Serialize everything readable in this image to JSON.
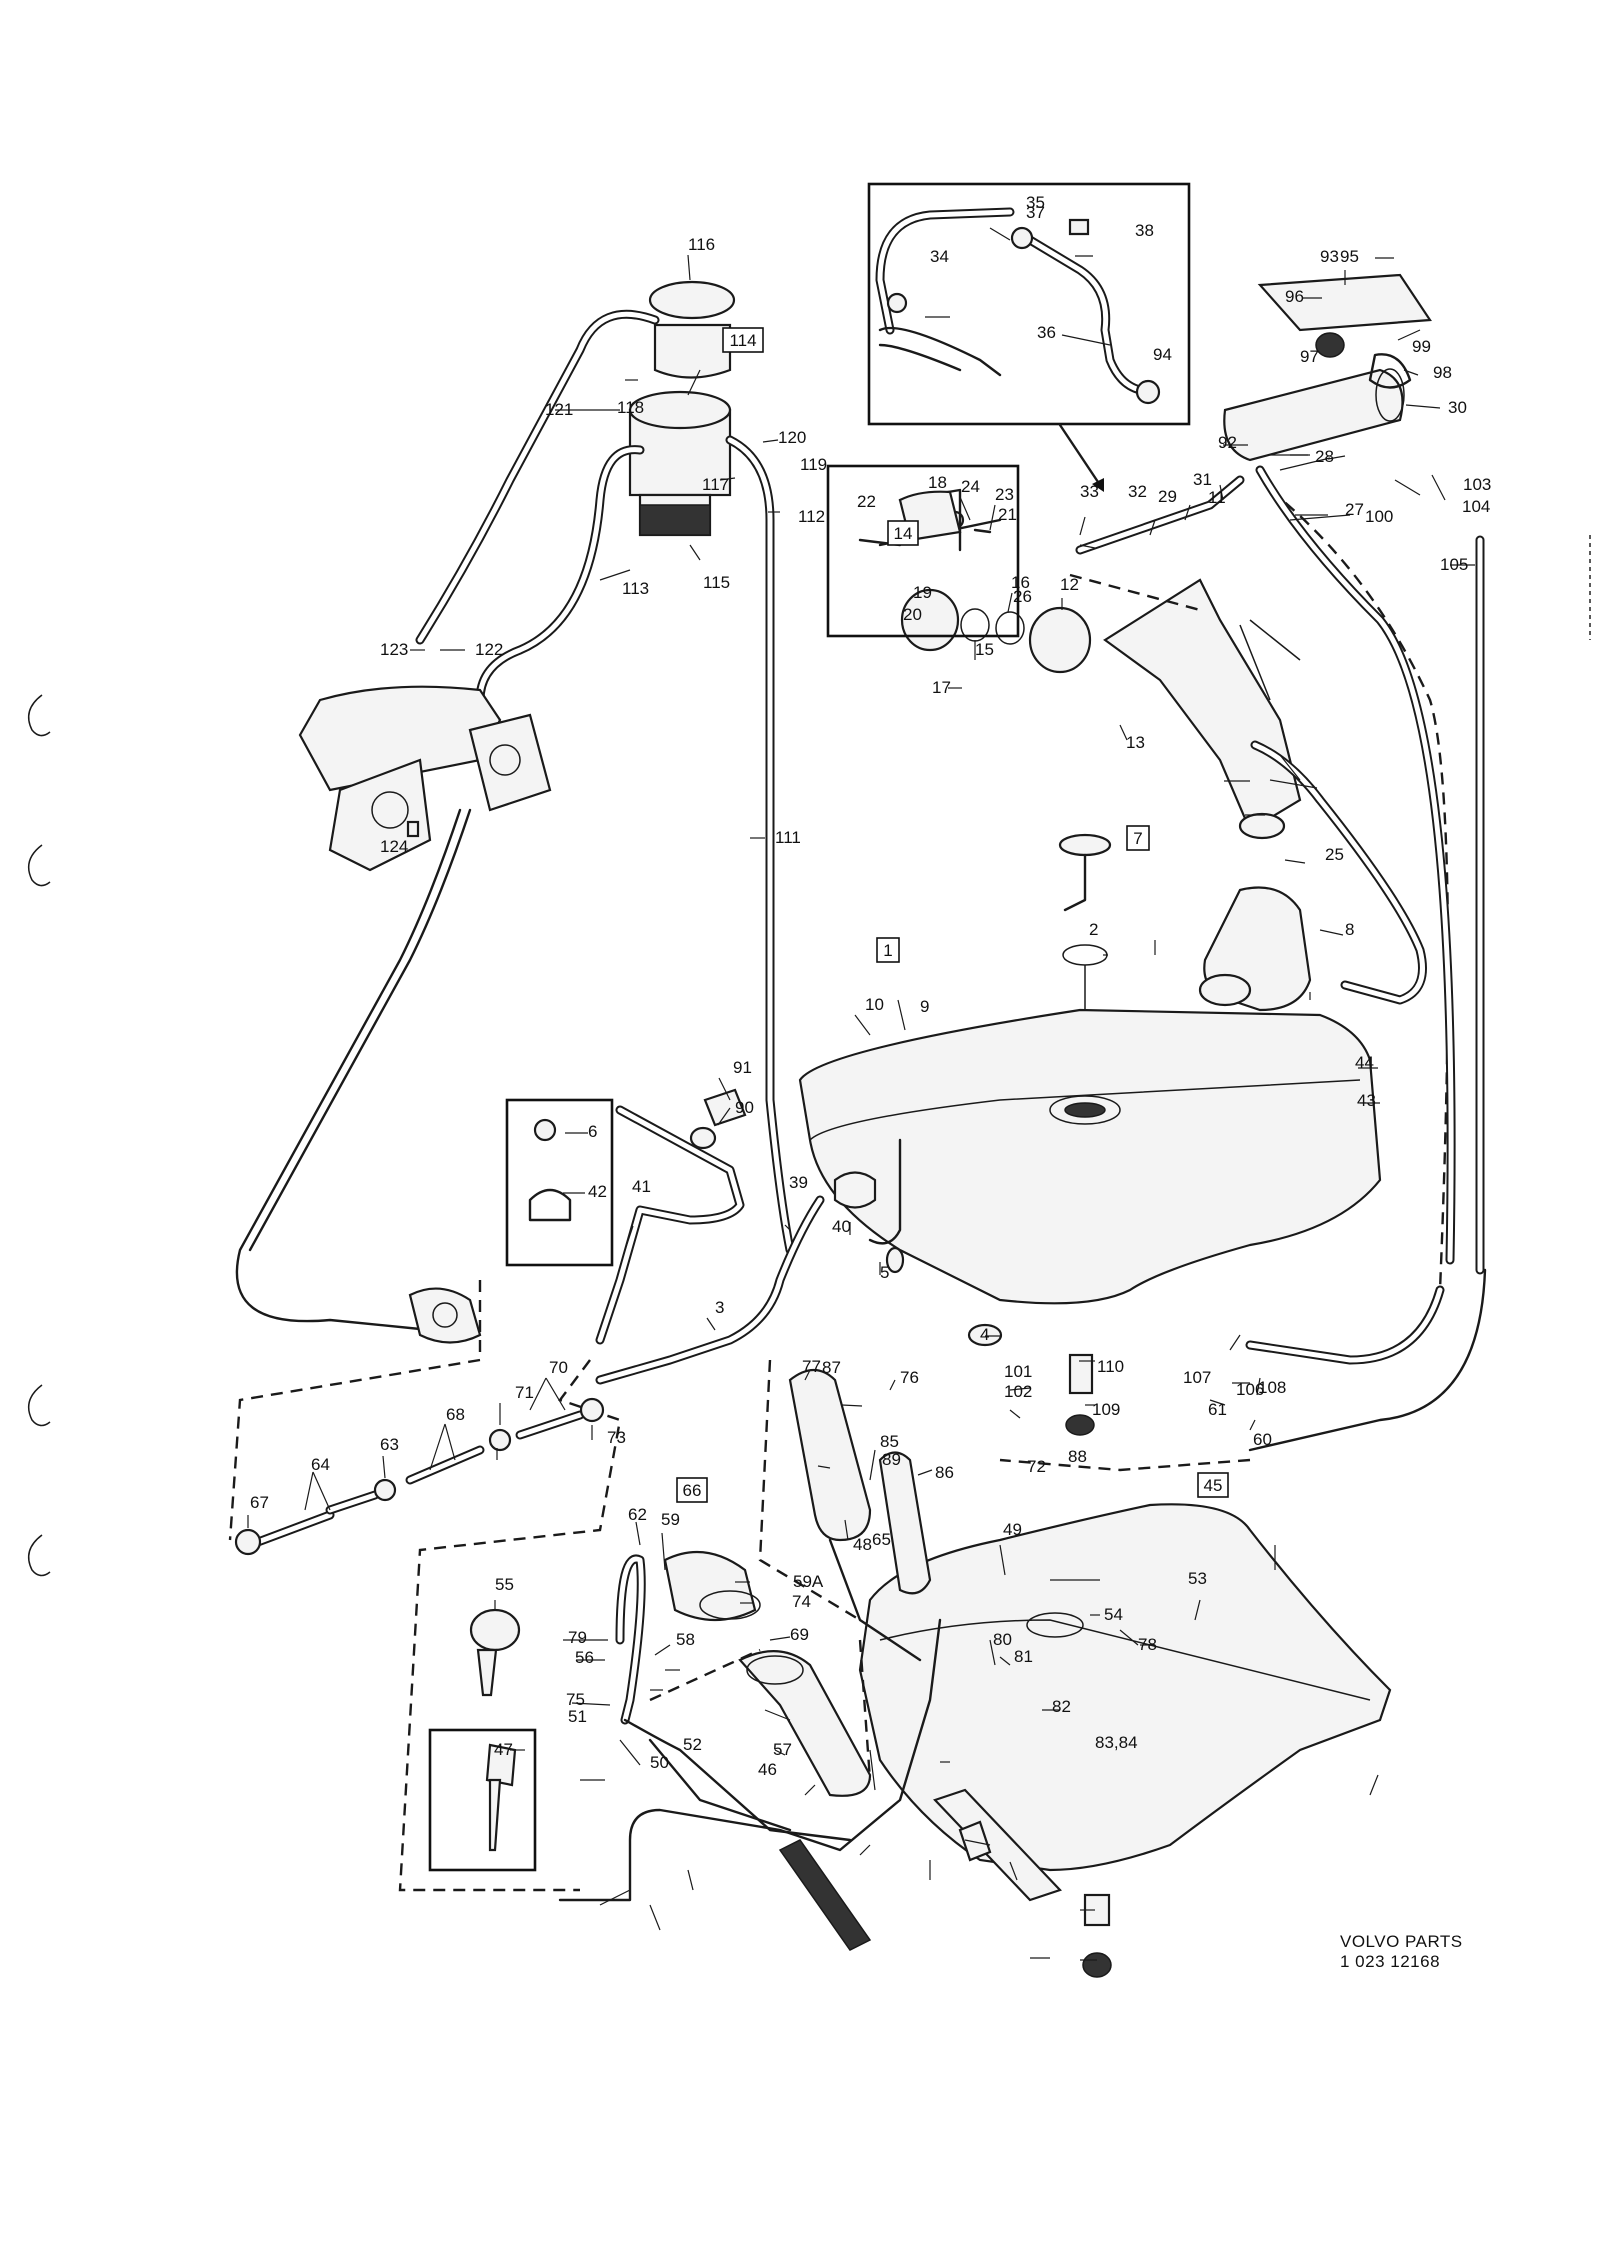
{
  "brand": {
    "line1": "VOLVO PARTS",
    "line2": "1 023 12168"
  },
  "boxed_labels": [
    "114",
    "14",
    "7",
    "1",
    "66",
    "45"
  ],
  "labels": [
    "116",
    "121",
    "118",
    "120",
    "119",
    "117",
    "112",
    "115",
    "113",
    "123",
    "122",
    "124",
    "111",
    "35",
    "38",
    "34",
    "36",
    "37",
    "94",
    "93",
    "95",
    "96",
    "99",
    "97",
    "98",
    "30",
    "92",
    "103",
    "104",
    "105",
    "100",
    "33",
    "32",
    "29",
    "31",
    "24",
    "23",
    "16",
    "12",
    "15",
    "17",
    "13",
    "28",
    "27",
    "11",
    "18",
    "22",
    "21",
    "19",
    "20",
    "26",
    "25",
    "8",
    "2",
    "9",
    "10",
    "44",
    "43",
    "91",
    "90",
    "6",
    "42",
    "39",
    "41",
    "40",
    "5",
    "3",
    "4",
    "110",
    "109",
    "101",
    "102",
    "107",
    "106",
    "108",
    "61",
    "60",
    "76",
    "77",
    "85",
    "86",
    "87",
    "88",
    "89",
    "72",
    "65",
    "67",
    "64",
    "63",
    "68",
    "71",
    "70",
    "73",
    "62",
    "59",
    "59A",
    "74",
    "69",
    "55",
    "79",
    "56",
    "58",
    "75",
    "51",
    "52",
    "57",
    "46",
    "50",
    "47",
    "48",
    "49",
    "53",
    "54",
    "78",
    "80",
    "81",
    "82",
    "83,84"
  ]
}
